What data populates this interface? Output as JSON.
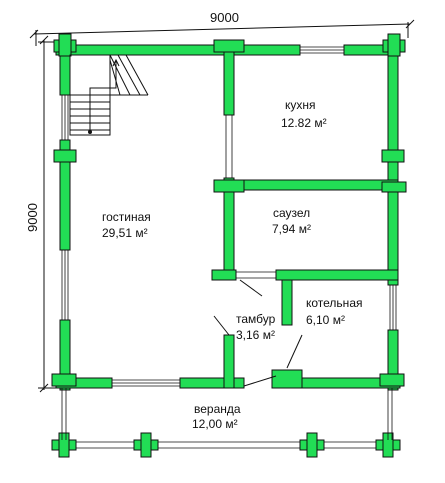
{
  "dimensions": {
    "top": "9000",
    "left": "9000"
  },
  "rooms": [
    {
      "key": "living",
      "name": "гостиная",
      "area": "29,51 м²"
    },
    {
      "key": "kitchen",
      "name": "кухня",
      "area": "12.82 м²"
    },
    {
      "key": "bathroom",
      "name": "саузел",
      "area": "7,94 м²"
    },
    {
      "key": "vestibule",
      "name": "тамбур",
      "area": "3,16 м²"
    },
    {
      "key": "boiler",
      "name": "котельная",
      "area": "6,10 м²"
    },
    {
      "key": "veranda",
      "name": "веранда",
      "area": "12,00 м²"
    }
  ],
  "colors": {
    "wall": "#22dd55",
    "outline": "#111111"
  }
}
